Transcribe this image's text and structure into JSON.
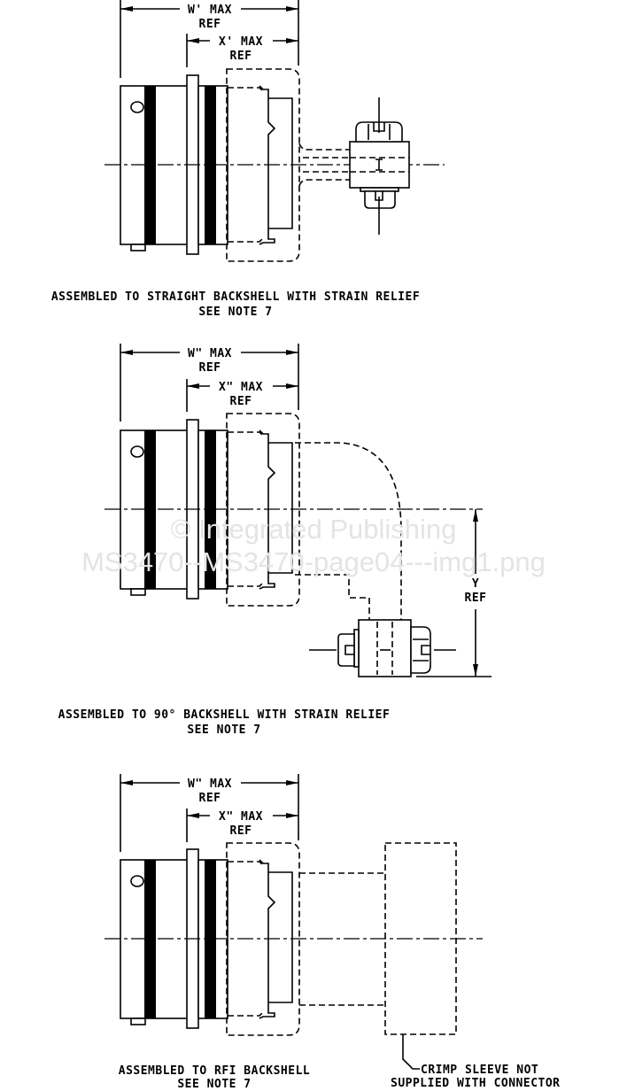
{
  "figures": [
    {
      "dim_w": "W' MAX",
      "dim_w_ref": "REF",
      "dim_x": "X' MAX",
      "dim_x_ref": "REF",
      "caption": "ASSEMBLED TO STRAIGHT BACKSHELL WITH STRAIN RELIEF",
      "note": "SEE NOTE 7"
    },
    {
      "dim_w": "W\" MAX",
      "dim_w_ref": "REF",
      "dim_x": "X\" MAX",
      "dim_x_ref": "REF",
      "dim_y": "Y",
      "dim_y_ref": "REF",
      "caption": "ASSEMBLED TO 90° BACKSHELL WITH STRAIN RELIEF",
      "note": "SEE NOTE 7"
    },
    {
      "dim_w": "W\" MAX",
      "dim_w_ref": "REF",
      "dim_x": "X\" MAX",
      "dim_x_ref": "REF",
      "caption": "ASSEMBLED TO RFI BACKSHELL",
      "note": "SEE NOTE 7",
      "leader_line1": "CRIMP SLEEVE NOT",
      "leader_line2": "SUPPLIED WITH CONNECTOR"
    }
  ],
  "watermark": {
    "line1": "© Integrated Publishing",
    "line2": "MS3470--MS3470-page04---img1.png"
  }
}
